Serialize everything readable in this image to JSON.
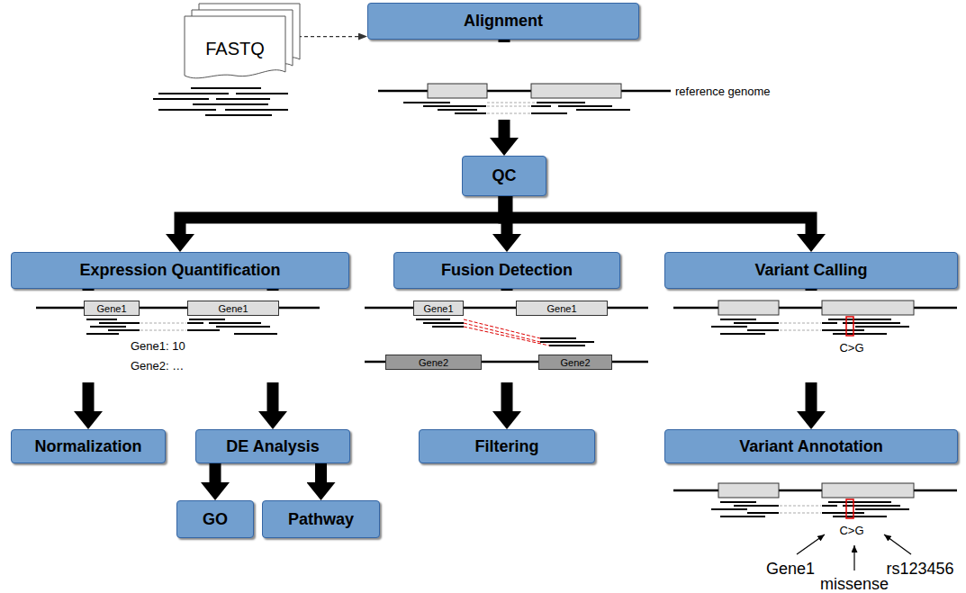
{
  "diagram": {
    "nodes": [
      {
        "text": [
          "FASTQ"
        ]
      },
      {
        "text": [
          "Alignment"
        ]
      },
      {
        "text": [
          "QC"
        ]
      },
      {
        "text": [
          "Expression Quantification"
        ]
      },
      {
        "text": [
          "Fusion Detection"
        ]
      },
      {
        "text": [
          "Variant Calling"
        ]
      },
      {
        "text": [
          "Gene1"
        ]
      },
      {
        "text": [
          "Gene1"
        ]
      },
      {
        "text": [
          "Gene1"
        ]
      },
      {
        "text": [
          "Gene1"
        ]
      },
      {
        "text": [
          "Gene2"
        ]
      },
      {
        "text": [
          "Gene2"
        ]
      },
      {
        "text": [
          "Normalization"
        ]
      },
      {
        "text": [
          "DE Analysis"
        ]
      },
      {
        "text": [
          "Filtering"
        ]
      },
      {
        "text": [
          "Variant Annotation"
        ]
      },
      {
        "text": [
          "GO"
        ]
      },
      {
        "text": [
          "Pathway"
        ]
      }
    ],
    "edges": [
      {
        "from": 0,
        "to": 1,
        "arrow": "to"
      },
      {
        "from": 1,
        "to": 2,
        "arrow": "to"
      },
      {
        "from": 2,
        "to": 3,
        "arrow": "to"
      },
      {
        "from": 2,
        "to": 4,
        "arrow": "to"
      },
      {
        "from": 2,
        "to": 5,
        "arrow": "to"
      },
      {
        "from": 3,
        "to": 12,
        "arrow": "to"
      },
      {
        "from": 3,
        "to": 13,
        "arrow": "to"
      },
      {
        "from": 4,
        "to": 14,
        "arrow": "to"
      },
      {
        "from": 5,
        "to": 15,
        "arrow": "to"
      },
      {
        "from": 13,
        "to": 16,
        "arrow": "to"
      },
      {
        "from": 13,
        "to": 17,
        "arrow": "to"
      }
    ],
    "labels": [
      "reference genome",
      "Gene1: 10",
      "Gene2: …",
      "C>G",
      "C>G",
      "Gene1",
      "missense",
      "rs123456"
    ]
  }
}
